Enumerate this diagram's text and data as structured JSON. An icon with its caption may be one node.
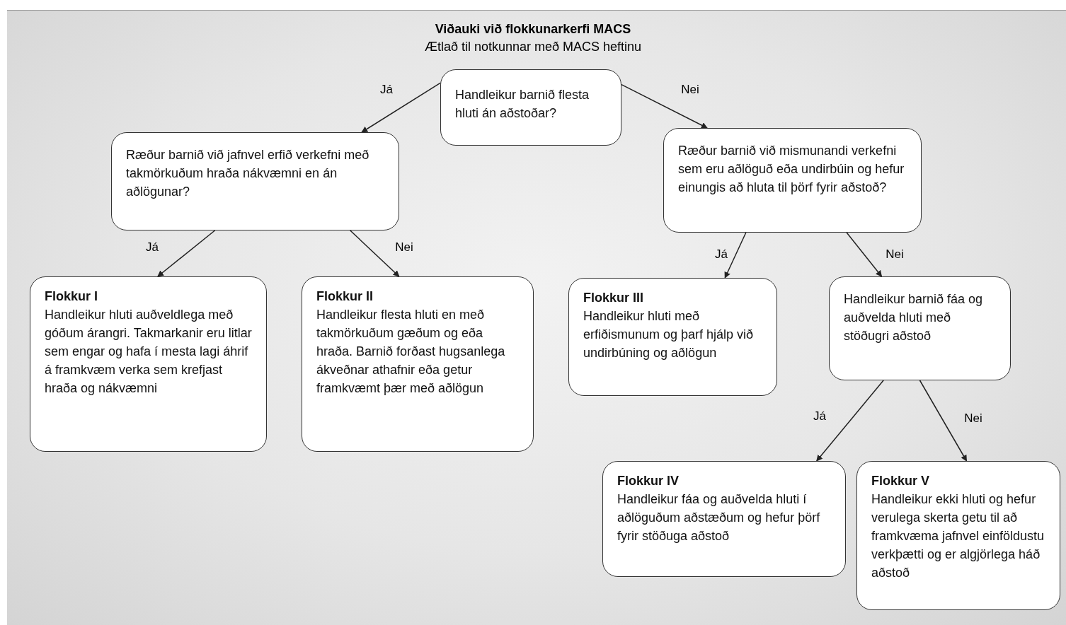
{
  "diagram": {
    "title": "Viðauki við flokkunarkerfi MACS",
    "nodes": [
      {
        "text": [
          "Handleikur barnið flesta hluti án aðstoðar?"
        ]
      },
      {
        "text": [
          "Ræður barnið við jafnvel erfið verkefni með takmörkuðum hraða nákvæmni en án aðlögunar?"
        ]
      },
      {
        "text": [
          "Ræður barnið við mismunandi verkefni sem eru aðlöguð eða undirbúin og hefur einungis að hluta til þörf fyrir aðstoð?"
        ]
      },
      {
        "text": [
          "Flokkur I",
          "Handleikur hluti auðveldlega með góðum árangri. Takmarkanir eru litlar sem engar og hafa í mesta lagi áhrif á framkvæm verka sem krefjast hraða og nákvæmni"
        ]
      },
      {
        "text": [
          "Flokkur II",
          "Handleikur flesta hluti en með takmörkuðum gæðum og eða hraða. Barnið forðast hugsanlega ákveðnar athafnir eða getur framkvæmt þær með aðlögun"
        ]
      },
      {
        "text": [
          "Flokkur III",
          "Handleikur hluti með erfiðismunum og þarf hjálp við undirbúning og aðlögun"
        ]
      },
      {
        "text": [
          "Handleikur barnið fáa og auðvelda hluti með stöðugri aðstoð"
        ]
      },
      {
        "text": [
          "Flokkur IV",
          "Handleikur fáa og auðvelda hluti í aðlöguðum aðstæðum og hefur þörf fyrir stöðuga aðstoð"
        ]
      },
      {
        "text": [
          "Flokkur V",
          "Handleikur ekki hluti og hefur verulega skerta getu til að framkvæma jafnvel einföldustu verkþætti og er algjörlega háð aðstoð"
        ]
      }
    ],
    "edges": [
      {
        "from": 0,
        "to": 1,
        "arrow": "to",
        "label": "Já"
      },
      {
        "from": 0,
        "to": 2,
        "arrow": "to",
        "label": "Nei"
      },
      {
        "from": 1,
        "to": 3,
        "arrow": "to",
        "label": "Já"
      },
      {
        "from": 1,
        "to": 4,
        "arrow": "to",
        "label": "Nei"
      },
      {
        "from": 2,
        "to": 5,
        "arrow": "to",
        "label": "Já"
      },
      {
        "from": 2,
        "to": 6,
        "arrow": "to",
        "label": "Nei"
      },
      {
        "from": 6,
        "to": 7,
        "arrow": "to",
        "label": "Já"
      },
      {
        "from": 6,
        "to": 8,
        "arrow": "to",
        "label": "Nei"
      }
    ],
    "labels": [
      "Ætlað til notkunnar með MACS heftinu"
    ]
  }
}
